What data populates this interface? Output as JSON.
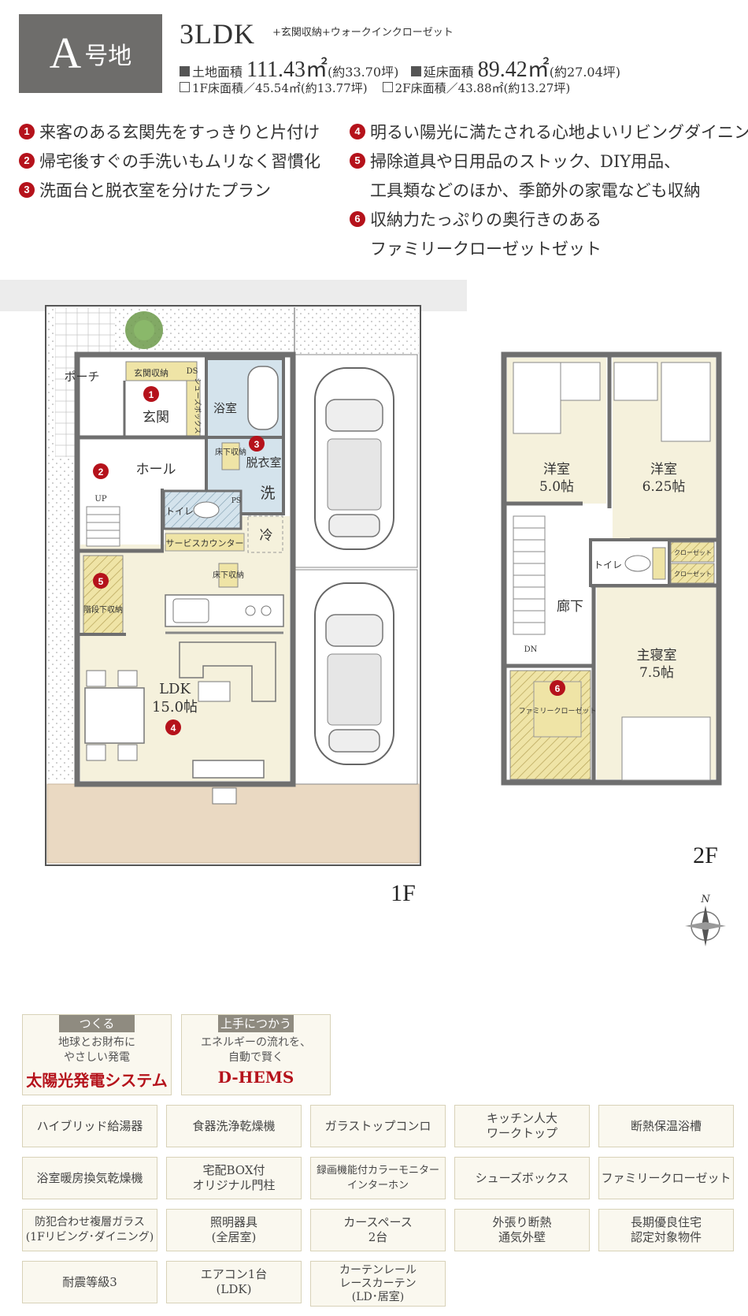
{
  "header": {
    "lot_letter": "A",
    "lot_suffix": "号地",
    "plan_type": "3LDK",
    "plan_extra": "+玄関収納+ウォークインクローゼット",
    "land_area_label": "土地面積",
    "land_area_value": "111.43㎡",
    "land_area_tsubo": "(約33.70坪)",
    "floor_area_label": "延床面積",
    "floor_area_value": "89.42㎡",
    "floor_area_tsubo": "(約27.04坪)",
    "f1_area": "1F床面積／45.54㎡(約13.77坪)",
    "f2_area": "2F床面積／43.88㎡(約13.27坪)"
  },
  "features": [
    {
      "num": "1",
      "lines": [
        "来客のある玄関先をすっきりと片付け"
      ]
    },
    {
      "num": "2",
      "lines": [
        "帰宅後すぐの手洗いもムリなく習慣化"
      ]
    },
    {
      "num": "3",
      "lines": [
        "洗面台と脱衣室を分けたプラン"
      ]
    },
    {
      "num": "4",
      "lines": [
        "明るい陽光に満たされる心地よいリビングダイニング"
      ]
    },
    {
      "num": "5",
      "lines": [
        "掃除道具や日用品のストック、DIY用品、",
        "工具類などのほか、季節外の家電なども収納"
      ]
    },
    {
      "num": "6",
      "lines": [
        "収納力たっぷりの奥行きのある",
        "ファミリークローゼットゼット"
      ]
    }
  ],
  "floor1": {
    "label": "1F",
    "rooms": {
      "porch": "ポーチ",
      "genkan_storage": "玄関収納",
      "ds": "DS",
      "shoebox": "シューズボックス",
      "genkan": "玄関",
      "bath": "浴室",
      "dressing": "脱衣室",
      "underfloor_1": "床下収納",
      "underfloor_2": "床下収納",
      "wash": "洗",
      "hall": "ホール",
      "toilet": "トイレ",
      "ps": "PS",
      "up": "UP",
      "fridge": "冷",
      "service_counter": "サービスカウンター",
      "stair_storage": "階段下収納",
      "ldk": "LDK",
      "ldk_size": "15.0帖"
    }
  },
  "floor2": {
    "label": "2F",
    "rooms": {
      "western1": "洋室",
      "western1_size": "5.0帖",
      "western2": "洋室",
      "western2_size": "6.25帖",
      "toilet": "トイレ",
      "closet1": "クローゼット",
      "closet2": "クローゼット",
      "corridor": "廊下",
      "dn": "DN",
      "master": "主寝室",
      "master_size": "7.5帖",
      "family_closet": "ファミリークローゼット"
    }
  },
  "compass": "N",
  "categories": [
    {
      "tag": "つくる",
      "desc1": "地球とお財布に",
      "desc2": "やさしい発電",
      "name": "太陽光発電システム"
    },
    {
      "tag": "上手につかう",
      "desc1": "エネルギーの流れを、",
      "desc2": "自動で賢く",
      "name": "D-HEMS"
    }
  ],
  "equipment": [
    "ハイブリッド給湯器",
    "食器洗浄乾燥機",
    "ガラストップコンロ",
    "キッチン人大\nワークトップ",
    "断熱保温浴槽",
    "浴室暖房換気乾燥機",
    "宅配BOX付\nオリジナル門柱",
    "録画機能付カラーモニター\nインターホン",
    "シューズボックス",
    "ファミリークローゼット",
    "防犯合わせ複層ガラス\n(1Fリビング･ダイニング)",
    "照明器具\n(全居室)",
    "カースペース\n2台",
    "外張り断熱\n通気外壁",
    "長期優良住宅\n認定対象物件",
    "耐震等級3",
    "エアコン1台\n(LDK)",
    "カーテンレール\nレースカーテン\n(LD･居室)"
  ],
  "colors": {
    "accent_red": "#b5121b",
    "badge_gray": "#6e6d6b",
    "wall": "#6f6f6f",
    "cream": "#f5f1dc",
    "wet_blue": "#d4e3ec",
    "storage_yellow": "#efe4a6",
    "wood_floor": "#ead9c2"
  }
}
